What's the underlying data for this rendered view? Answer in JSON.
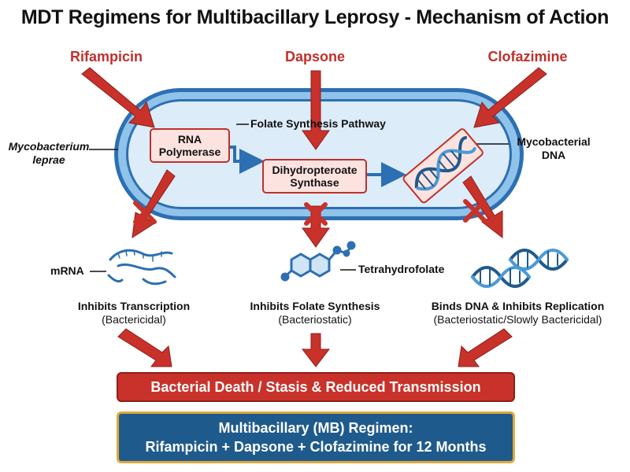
{
  "title": "MDT Regimens for Multibacillary Leprosy - Mechanism of Action",
  "drugs": {
    "rifampicin": "Rifampicin",
    "dapsone": "Dapsone",
    "clofazimine": "Clofazimine"
  },
  "cell": {
    "organism_line1": "Mycobacterium",
    "organism_line2": "leprae",
    "rna_polymerase_line1": "RNA",
    "rna_polymerase_line2": "Polymerase",
    "pathway_label": "Folate Synthesis Pathway",
    "dhps_line1": "Dihydropteroate",
    "dhps_line2": "Synthase",
    "dna_label_line1": "Mycobacterial",
    "dna_label_line2": "DNA"
  },
  "products": {
    "mrna": "mRNA",
    "thf": "Tetrahydrofolate"
  },
  "effects": [
    {
      "main": "Inhibits Transcription",
      "sub": "(Bactericidal)"
    },
    {
      "main": "Inhibits Folate Synthesis",
      "sub": "(Bacteriostatic)"
    },
    {
      "main": "Binds DNA & Inhibits Replication",
      "sub": "(Bacteriostatic/Slowly Bactericidal)"
    }
  ],
  "outcome": "Bacterial Death / Stasis & Reduced Transmission",
  "regimen": {
    "line1": "Multibacillary (MB) Regimen:",
    "line2": "Rifampicin + Dapsone + Clofazimine for 12 Months"
  },
  "colors": {
    "drug_red": "#c0302b",
    "cell_blue": "#2d6fb3",
    "arrow_red": "#c8322a",
    "regimen_blue": "#1f5a8c",
    "regimen_border": "#e0a93a"
  }
}
